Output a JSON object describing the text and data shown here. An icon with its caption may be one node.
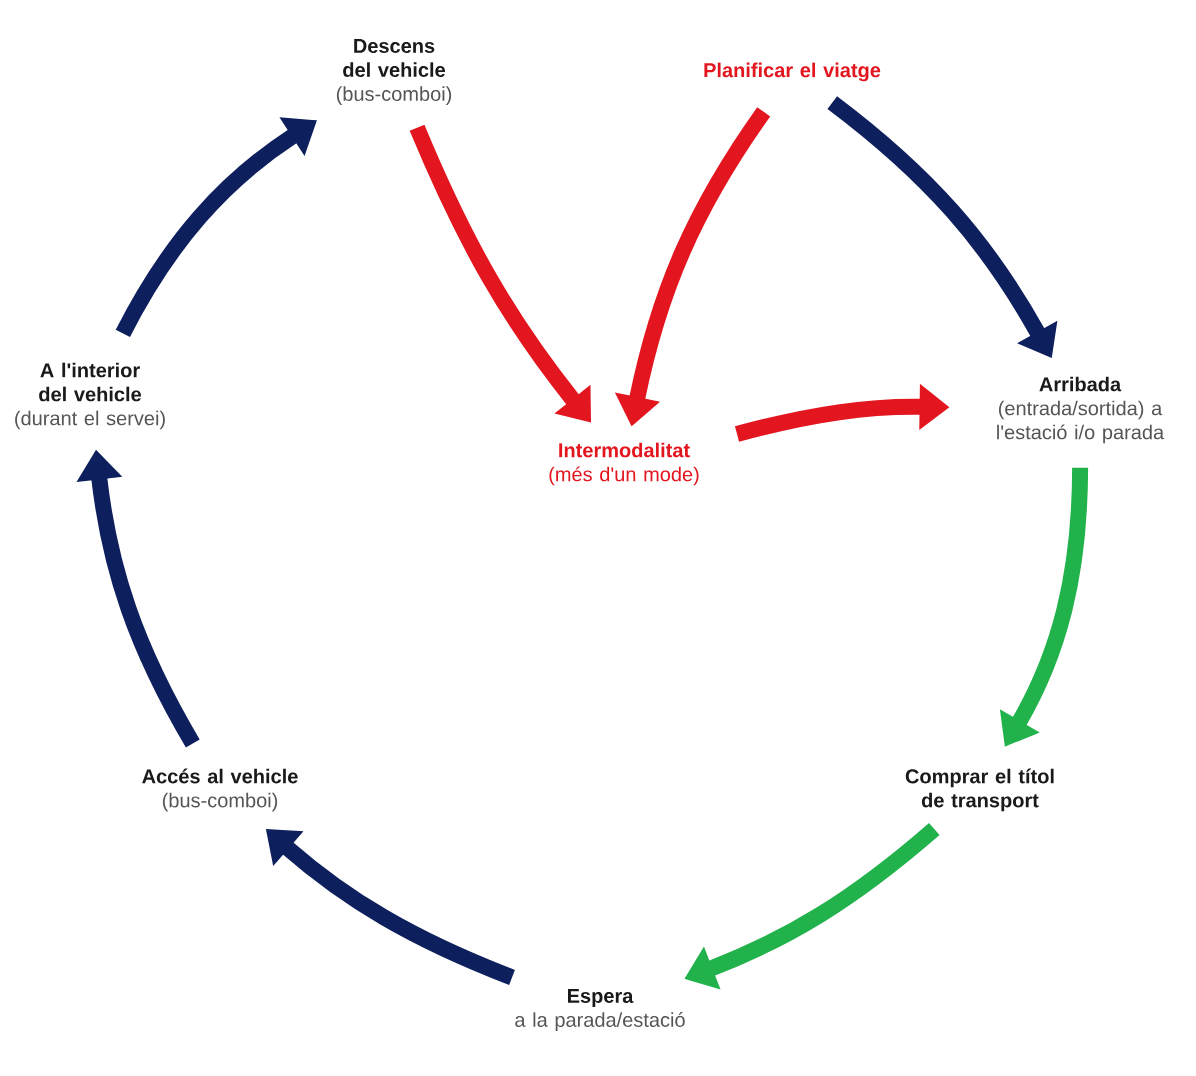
{
  "diagram": {
    "nodes": [
      {
        "text": [
          "Planificar el viatge"
        ]
      },
      {
        "text": [
          "Arribada",
          "(entrada/sortida) a l'estació i/o parada"
        ]
      },
      {
        "text": [
          "Comprar el títol de transport"
        ]
      },
      {
        "text": [
          "Espera",
          "a la parada/estació"
        ]
      },
      {
        "text": [
          "Accés al vehicle",
          "(bus-comboi)"
        ]
      },
      {
        "text": [
          "A l'interior del vehicle",
          "(durant el servei)"
        ]
      },
      {
        "text": [
          "Descens del vehicle",
          "(bus-comboi)"
        ]
      },
      {
        "text": [
          "Intermodalitat",
          "(més d'un mode)"
        ]
      }
    ],
    "edges": [
      {
        "from": 0,
        "to": 1,
        "arrow": "to",
        "color": "#0d1f5c"
      },
      {
        "from": 1,
        "to": 2,
        "arrow": "to",
        "color": "#22b24c"
      },
      {
        "from": 2,
        "to": 3,
        "arrow": "to",
        "color": "#22b24c"
      },
      {
        "from": 3,
        "to": 4,
        "arrow": "to",
        "color": "#0d1f5c"
      },
      {
        "from": 4,
        "to": 5,
        "arrow": "to",
        "color": "#0d1f5c"
      },
      {
        "from": 5,
        "to": 6,
        "arrow": "to",
        "color": "#0d1f5c"
      },
      {
        "from": 6,
        "to": 7,
        "arrow": "to",
        "color": "#e3161f"
      },
      {
        "from": 0,
        "to": 7,
        "arrow": "to",
        "color": "#e3161f"
      },
      {
        "from": 7,
        "to": 1,
        "arrow": "to",
        "color": "#e3161f"
      }
    ]
  }
}
